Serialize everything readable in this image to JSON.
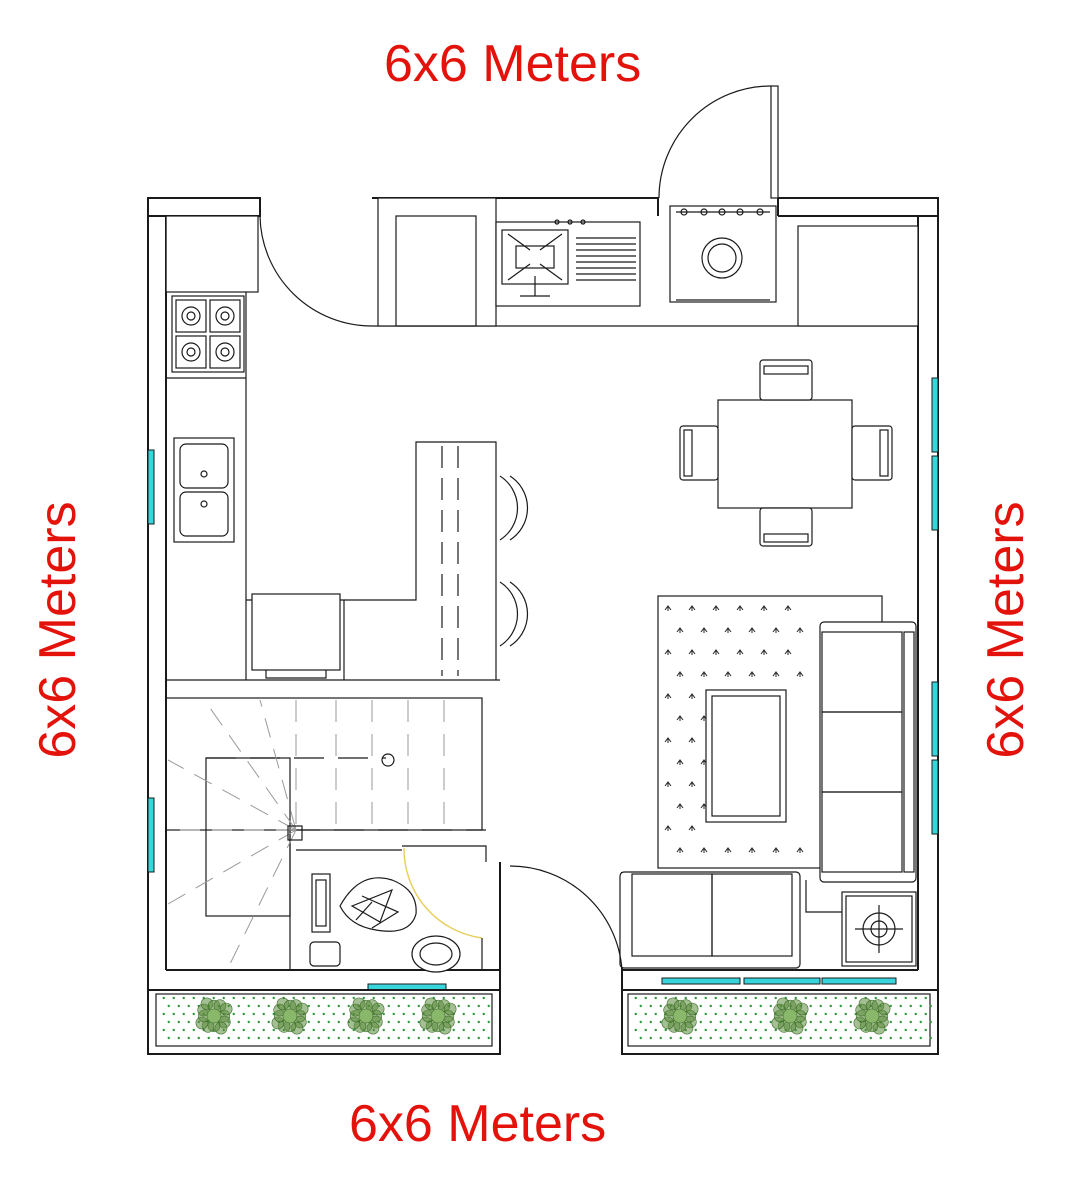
{
  "labels": {
    "top": "6x6 Meters",
    "bottom": "6x6 Meters",
    "left": "6x6 Meters",
    "right": "6x6 Meters"
  },
  "colors": {
    "label": "#e3120b",
    "wall": "#1a1a1a",
    "window": "#38d6dc",
    "planter_dots": "#2e9a3a",
    "plant": "#5a8a3a",
    "rug_arrow": "#222222",
    "bathroom_door": "#e8d060"
  },
  "icons": [
    "stove-icon",
    "sink-icon",
    "washing-machine-icon",
    "bar-stool-icon",
    "toilet-icon",
    "plant-icon"
  ]
}
